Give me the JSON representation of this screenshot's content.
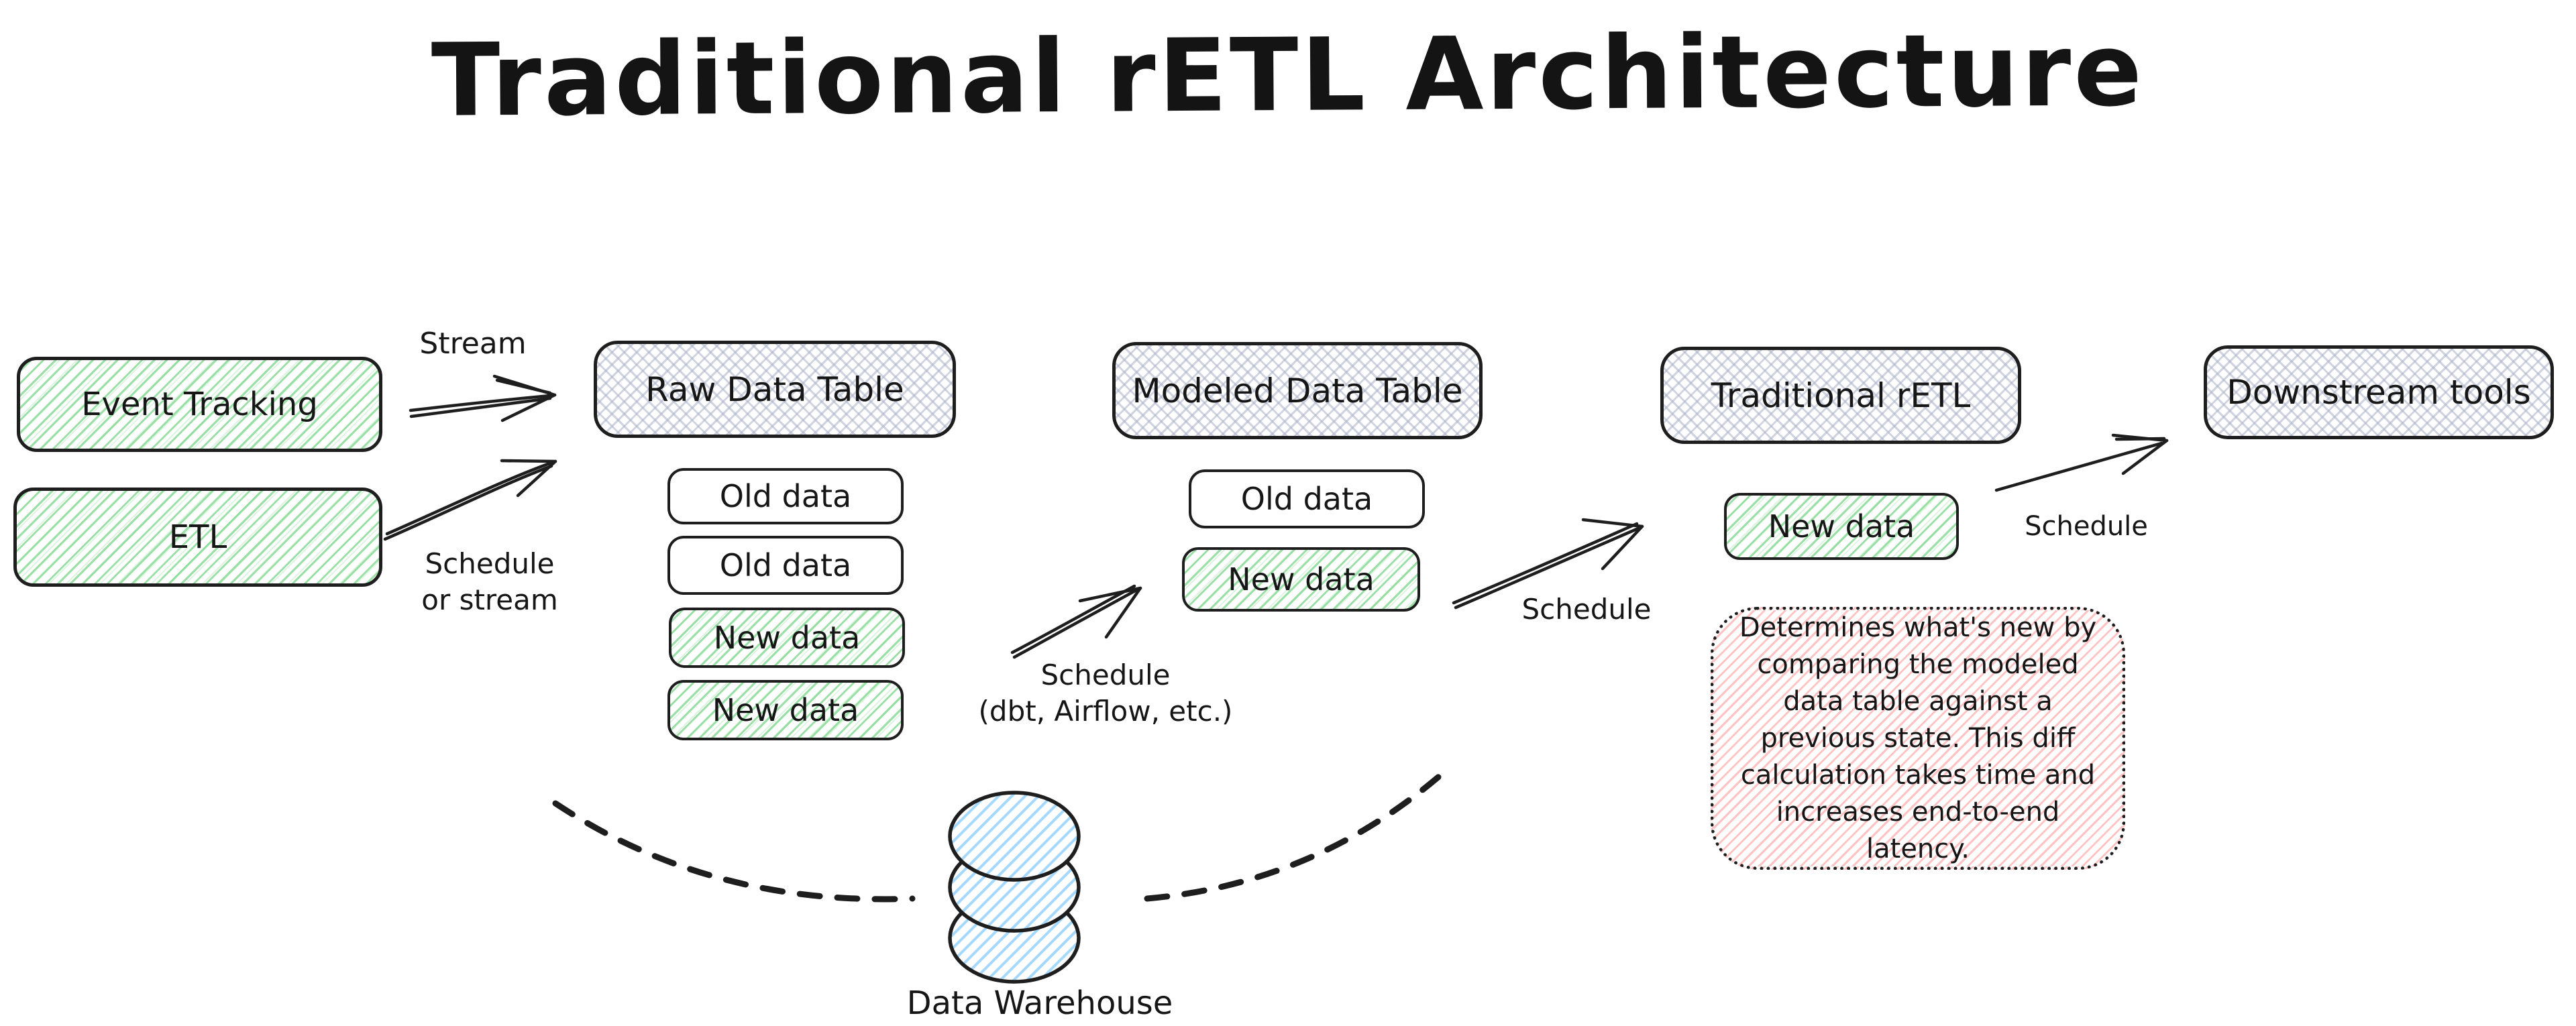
{
  "title": "Traditional rETL Architecture",
  "nodes": {
    "event_tracking": "Event Tracking",
    "etl": "ETL",
    "raw_table_header": "Raw Data Table",
    "modeled_table_header": "Modeled Data Table",
    "traditional_retl_header": "Traditional rETL",
    "downstream_tools": "Downstream tools",
    "data_warehouse_label": "Data Warehouse"
  },
  "raw_table_rows": [
    {
      "label": "Old data",
      "kind": "old"
    },
    {
      "label": "Old data",
      "kind": "old"
    },
    {
      "label": "New data",
      "kind": "new"
    },
    {
      "label": "New data",
      "kind": "new"
    }
  ],
  "modeled_table_rows": [
    {
      "label": "Old data",
      "kind": "old"
    },
    {
      "label": "New data",
      "kind": "new"
    }
  ],
  "retl_rows": [
    {
      "label": "New data",
      "kind": "new"
    }
  ],
  "edge_labels": {
    "stream": "Stream",
    "schedule_or_stream_line1": "Schedule",
    "schedule_or_stream_line2": "or stream",
    "schedule_dbt_line1": "Schedule",
    "schedule_dbt_line2": "(dbt, Airflow, etc.)",
    "schedule_to_retl": "Schedule",
    "schedule_to_downstream": "Schedule"
  },
  "note": {
    "text": "Determines what's new by comparing the modeled data table against a previous state. This diff calculation takes time and increases end-to-end latency."
  },
  "icons": {
    "data_warehouse": "database-cylinder-icon"
  },
  "colors": {
    "ink": "#1e1e1e",
    "green_hachure": "#79d688",
    "gray_crosshatch": "#aab1c7",
    "pink_hachure": "#ff9292",
    "blue_hachure": "#a5d8ff",
    "background": "#ffffff"
  }
}
